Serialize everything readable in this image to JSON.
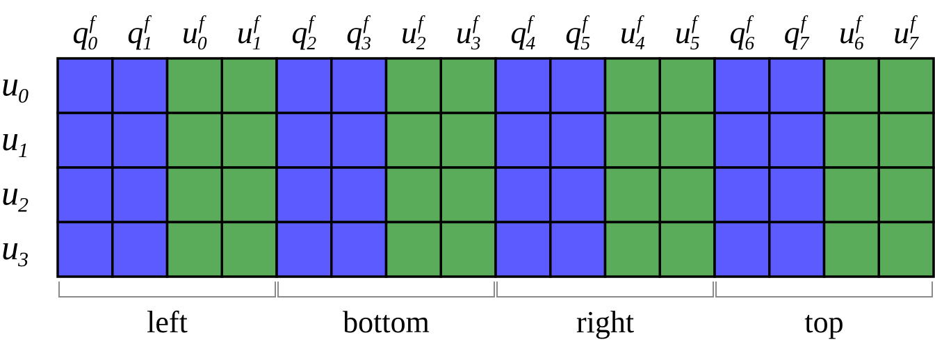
{
  "colors": {
    "q": "#5b5bff",
    "u": "#5aab5a",
    "grid": "#000000",
    "bracket": "#8a8a8a"
  },
  "columns": [
    {
      "base": "q",
      "sub": "0",
      "sup": "f",
      "type": "q"
    },
    {
      "base": "q",
      "sub": "1",
      "sup": "f",
      "type": "q"
    },
    {
      "base": "u",
      "sub": "0",
      "sup": "f",
      "type": "u"
    },
    {
      "base": "u",
      "sub": "1",
      "sup": "f",
      "type": "u"
    },
    {
      "base": "q",
      "sub": "2",
      "sup": "f",
      "type": "q"
    },
    {
      "base": "q",
      "sub": "3",
      "sup": "f",
      "type": "q"
    },
    {
      "base": "u",
      "sub": "2",
      "sup": "f",
      "type": "u"
    },
    {
      "base": "u",
      "sub": "3",
      "sup": "f",
      "type": "u"
    },
    {
      "base": "q",
      "sub": "4",
      "sup": "f",
      "type": "q"
    },
    {
      "base": "q",
      "sub": "5",
      "sup": "f",
      "type": "q"
    },
    {
      "base": "u",
      "sub": "4",
      "sup": "f",
      "type": "u"
    },
    {
      "base": "u",
      "sub": "5",
      "sup": "f",
      "type": "u"
    },
    {
      "base": "q",
      "sub": "6",
      "sup": "f",
      "type": "q"
    },
    {
      "base": "q",
      "sub": "7",
      "sup": "f",
      "type": "q"
    },
    {
      "base": "u",
      "sub": "6",
      "sup": "f",
      "type": "u"
    },
    {
      "base": "u",
      "sub": "7",
      "sup": "f",
      "type": "u"
    }
  ],
  "rows": [
    {
      "base": "u",
      "sub": "0"
    },
    {
      "base": "u",
      "sub": "1"
    },
    {
      "base": "u",
      "sub": "2"
    },
    {
      "base": "u",
      "sub": "3"
    }
  ],
  "groups": [
    {
      "label": "left",
      "start": 0,
      "end": 3
    },
    {
      "label": "bottom",
      "start": 4,
      "end": 7
    },
    {
      "label": "right",
      "start": 8,
      "end": 11
    },
    {
      "label": "top",
      "start": 12,
      "end": 15
    }
  ]
}
